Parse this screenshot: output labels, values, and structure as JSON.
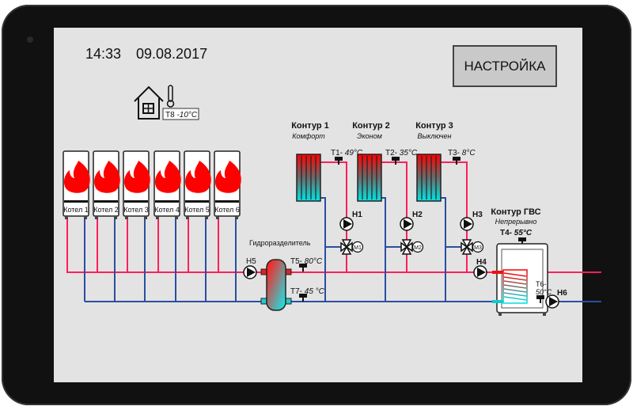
{
  "header": {
    "time": "14:33",
    "date": "09.08.2017",
    "settings_label": "НАСТРОЙКА"
  },
  "outdoor": {
    "sensor": "T8",
    "value": "-10°C"
  },
  "boilers": [
    "Котел 1",
    "Котел 2",
    "Котел 3",
    "Котел 4",
    "Котел 5",
    "Котел 6"
  ],
  "separator": {
    "label": "Гидроразделитель",
    "pump": "H5",
    "t5": {
      "name": "T5-",
      "value": "80°C"
    },
    "t7": {
      "name": "T7-",
      "value": "45 °C"
    }
  },
  "circuits": [
    {
      "title": "Контур 1",
      "mode": "Комфорт",
      "sensor": "T1-",
      "temp": "49°C",
      "pump": "H1",
      "valve": "M1"
    },
    {
      "title": "Контур 2",
      "mode": "Эконом",
      "sensor": "T2-",
      "temp": "35°C",
      "pump": "H2",
      "valve": "M2"
    },
    {
      "title": "Контур 3",
      "mode": "Выключен",
      "sensor": "T3-",
      "temp": "8°C",
      "pump": "H3",
      "valve": "M3"
    }
  ],
  "dhw": {
    "title": "Контур ГВС",
    "mode": "Непрерывно",
    "sensor": "T4-",
    "temp": "55°C",
    "pump_in": "H4",
    "t6_name": "T6-",
    "t6_value": "50°C",
    "pump_out": "H6"
  },
  "colors": {
    "hot": "#ff1f5a",
    "cold": "#2a4fa0",
    "flame": "#ff0000",
    "screen": "#e3e3e3"
  }
}
